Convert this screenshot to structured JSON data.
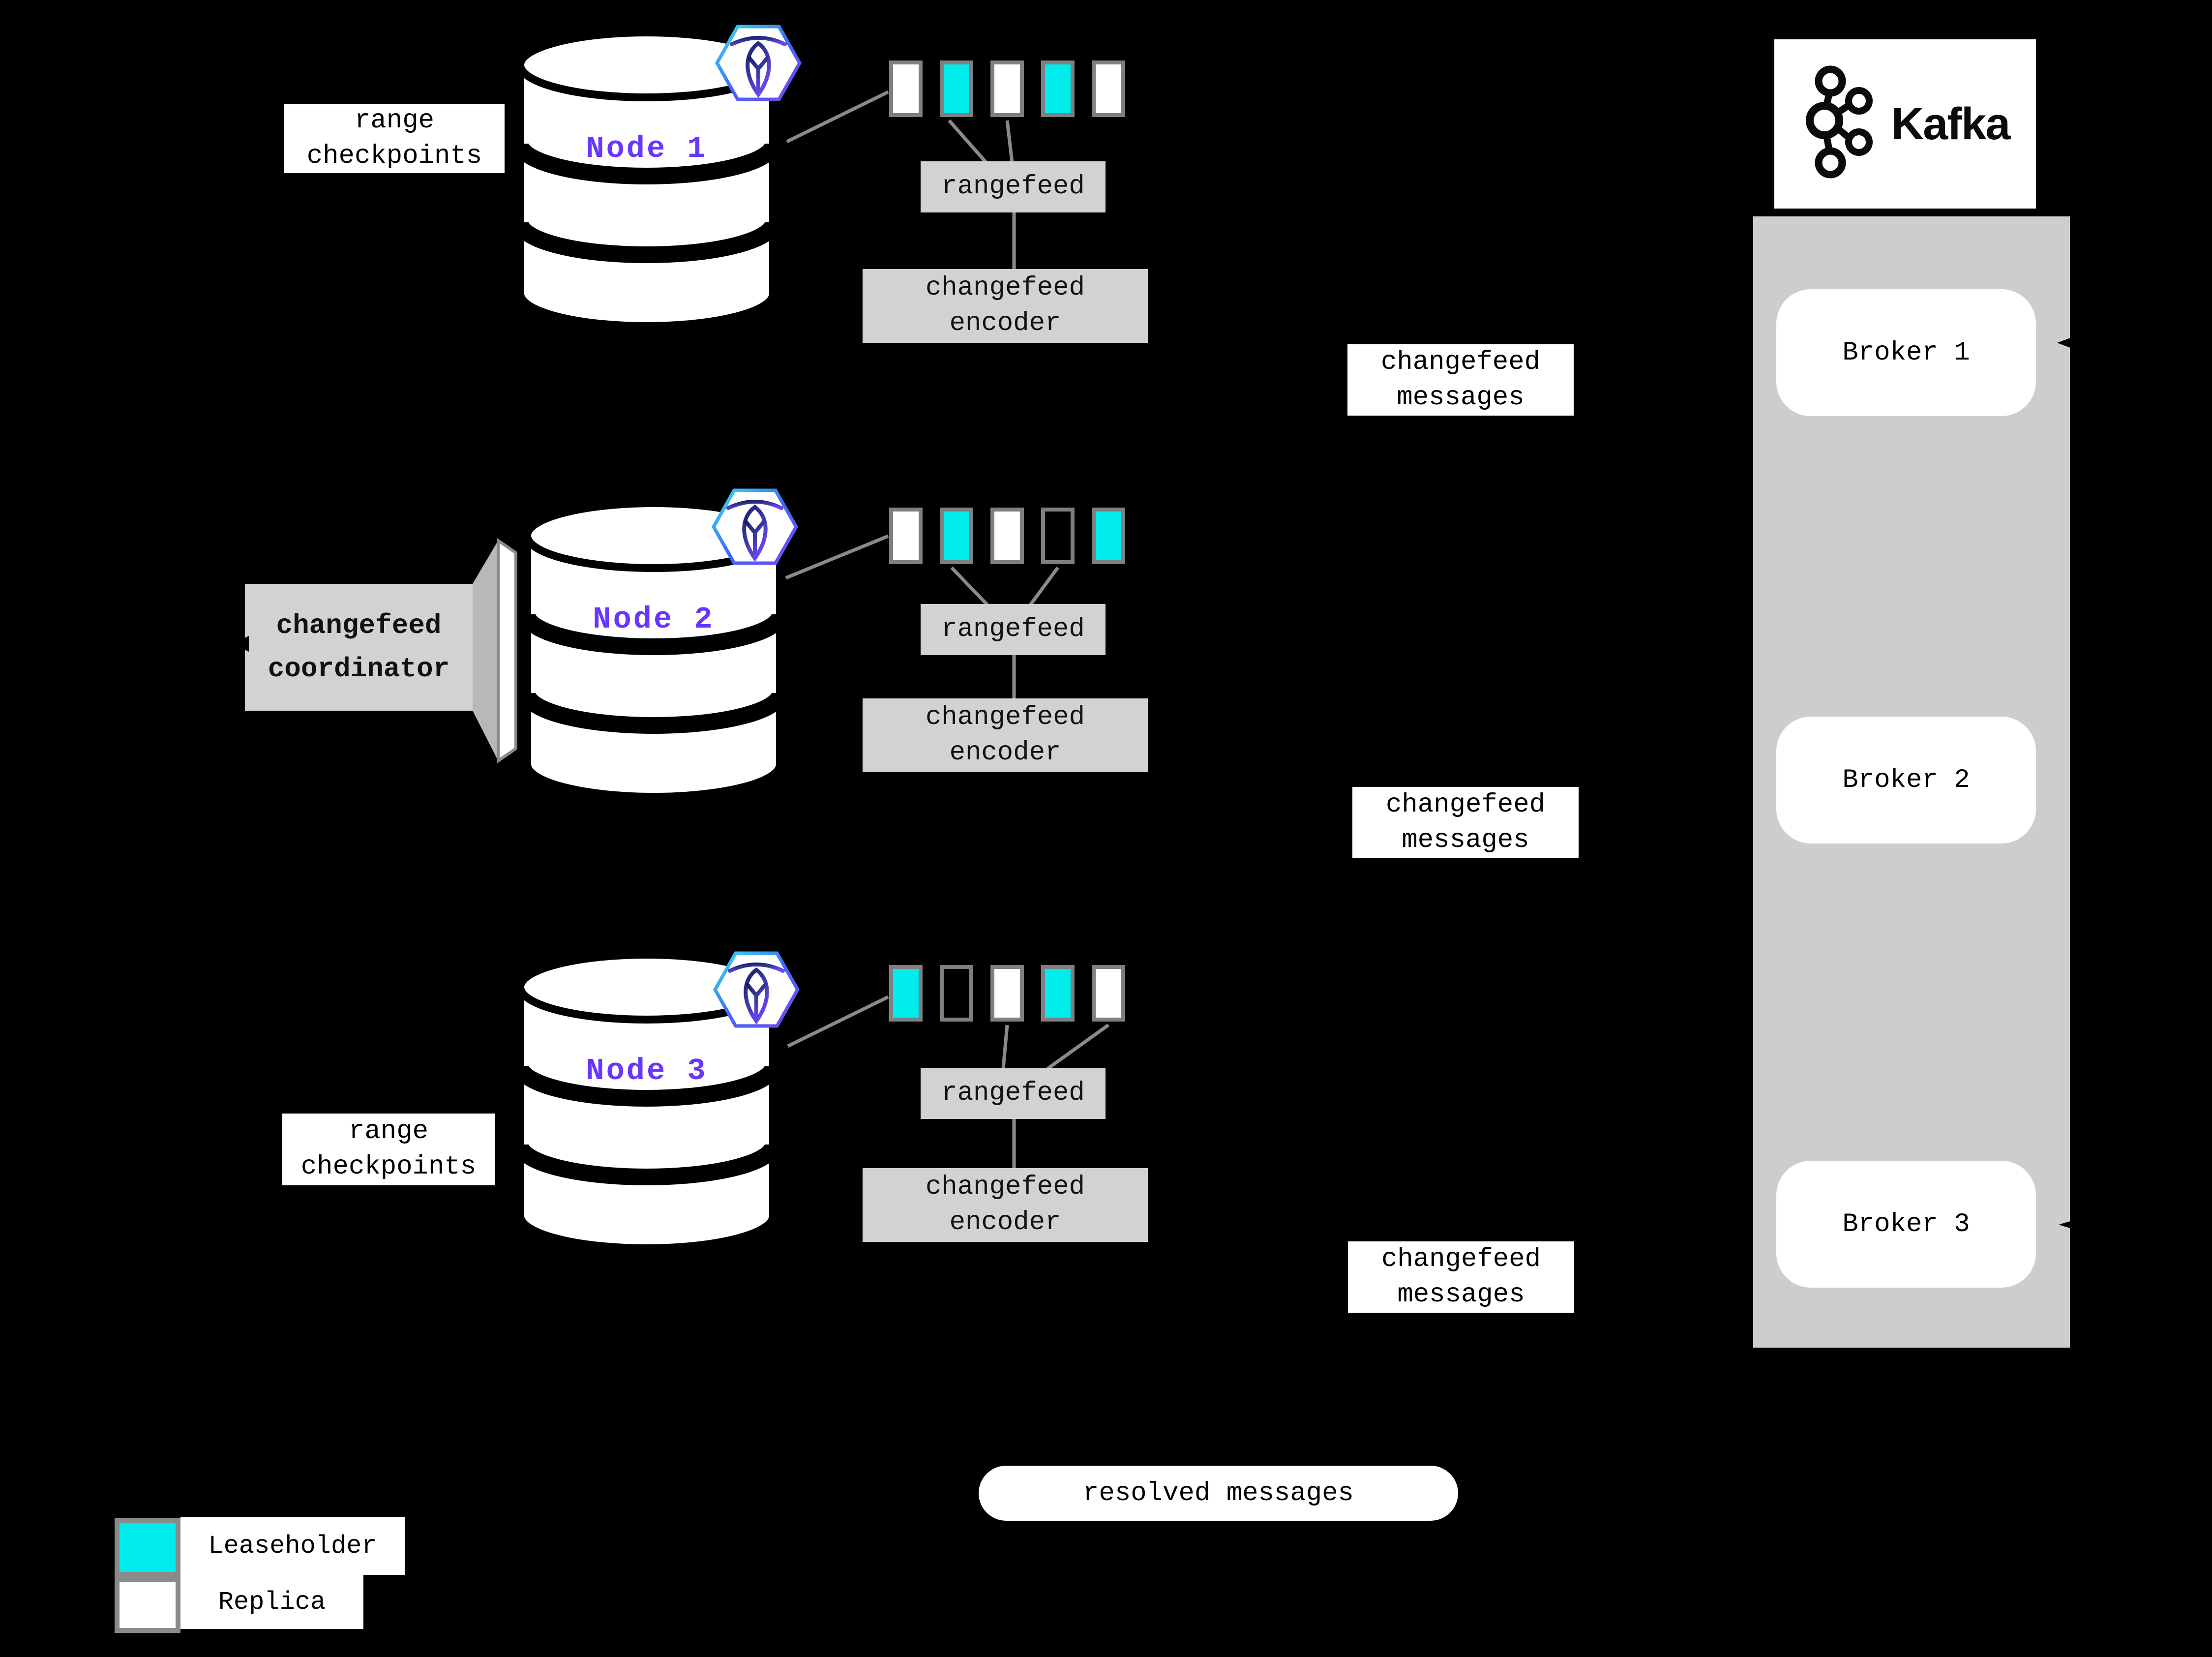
{
  "colors": {
    "background": "#000000",
    "leaseholder": "#00ebeb",
    "replica": "#ffffff",
    "empty": "transparent",
    "node_label": "#6936ff",
    "box_gray": "#d2d2d2",
    "column_gray": "#cdcdcd",
    "line_gray": "#8a8a8a"
  },
  "nodes": [
    {
      "name": "Node 1",
      "ranges": [
        "replica",
        "leaseholder",
        "replica",
        "leaseholder",
        "replica"
      ]
    },
    {
      "name": "Node 2",
      "ranges": [
        "replica",
        "leaseholder",
        "replica",
        "empty",
        "leaseholder"
      ]
    },
    {
      "name": "Node 3",
      "ranges": [
        "leaseholder",
        "empty",
        "replica",
        "leaseholder",
        "replica"
      ]
    }
  ],
  "labels": {
    "range_checkpoints": {
      "line1": "range",
      "line2": "checkpoints"
    },
    "rangefeed": "rangefeed",
    "changefeed_encoder": {
      "line1": "changefeed",
      "line2": "encoder"
    },
    "changefeed_messages": {
      "line1": "changefeed",
      "line2": "messages"
    },
    "changefeed_coordinator": {
      "line1": "changefeed",
      "line2": "coordinator"
    },
    "resolved_messages": "resolved messages"
  },
  "kafka": {
    "title": "Kafka",
    "brokers": [
      {
        "label": "Broker 1"
      },
      {
        "label": "Broker 2"
      },
      {
        "label": "Broker 3"
      }
    ]
  },
  "legend": {
    "items": [
      {
        "key": "leaseholder",
        "label": "Leaseholder"
      },
      {
        "key": "replica",
        "label": "Replica"
      }
    ]
  }
}
